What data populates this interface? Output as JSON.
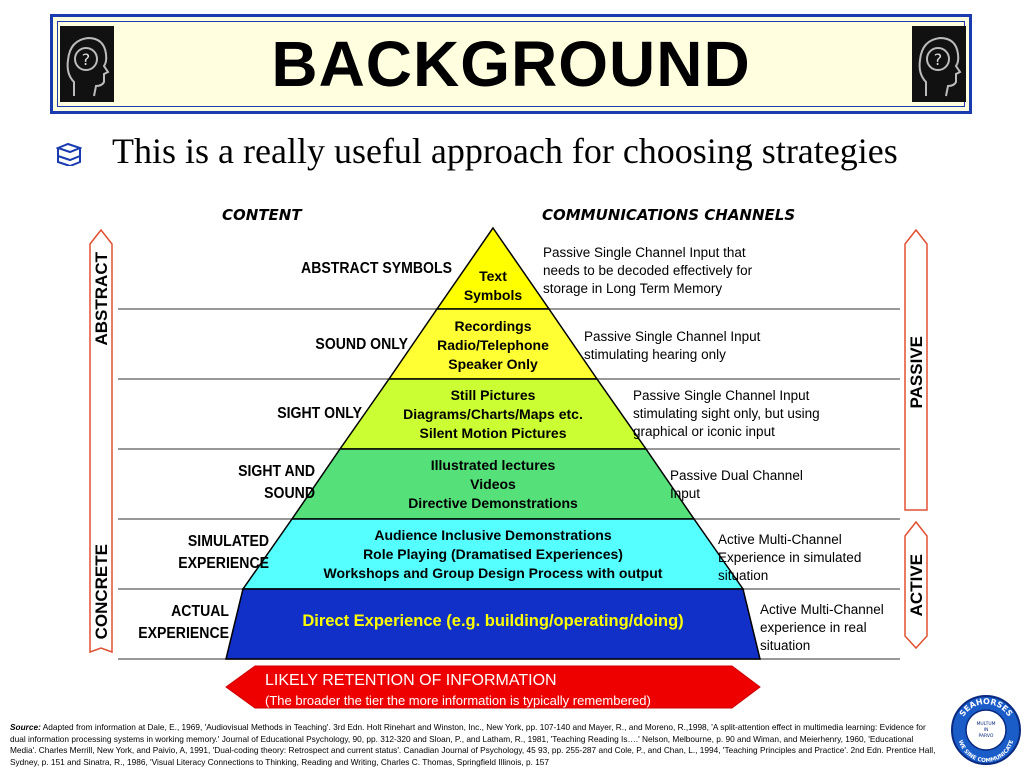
{
  "title": "BACKGROUND",
  "subtitle": "This is a really useful approach for choosing strategies",
  "headers": {
    "content": "CONTENT",
    "channels": "COMMUNICATIONS CHANNELS"
  },
  "side_labels": {
    "left_top": "ABSTRACT",
    "left_bottom": "CONCRETE",
    "right_top": "PASSIVE",
    "right_bottom": "ACTIVE"
  },
  "tiers": [
    {
      "content": "ABSTRACT SYMBOLS",
      "pyramid_lines": [
        "Text",
        "Symbols"
      ],
      "channel_lines": [
        "Passive Single Channel Input that",
        "needs to be decoded effectively for",
        "storage in Long Term Memory"
      ],
      "color": "#ffff00"
    },
    {
      "content": "SOUND ONLY",
      "pyramid_lines": [
        "Recordings",
        "Radio/Telephone",
        "Speaker Only"
      ],
      "channel_lines": [
        "Passive Single Channel Input",
        "stimulating hearing only"
      ],
      "color": "#ffff33"
    },
    {
      "content": "SIGHT ONLY",
      "pyramid_lines": [
        "Still Pictures",
        "Diagrams/Charts/Maps etc.",
        "Silent Motion Pictures"
      ],
      "channel_lines": [
        "Passive Single Channel Input",
        "stimulating sight only, but using",
        "graphical or iconic input"
      ],
      "color": "#ccff33"
    },
    {
      "content_lines": [
        "SIGHT AND",
        "SOUND"
      ],
      "pyramid_lines": [
        "Illustrated lectures",
        "Videos",
        "Directive Demonstrations"
      ],
      "channel_lines": [
        "Passive Dual Channel",
        "Input"
      ],
      "color": "#55e07a"
    },
    {
      "content_lines": [
        "SIMULATED",
        "EXPERIENCE"
      ],
      "pyramid_lines": [
        "Audience Inclusive Demonstrations",
        "Role Playing (Dramatised Experiences)",
        "Workshops and Group Design Process with output"
      ],
      "channel_lines": [
        "Active Multi-Channel",
        "Experience in simulated",
        "situation"
      ],
      "color": "#55ffff"
    },
    {
      "content_lines": [
        "ACTUAL",
        "EXPERIENCE"
      ],
      "pyramid_lines": [
        "Direct Experience (e.g. building/operating/doing)"
      ],
      "channel_lines": [
        "Active Multi-Channel",
        "experience in real",
        "situation"
      ],
      "color": "#1030c8"
    }
  ],
  "retention": {
    "title": "LIKELY RETENTION OF INFORMATION",
    "subtitle": "(The broader the tier the more information is typically remembered)"
  },
  "source": {
    "label": "Source:",
    "text": "Adapted from information at Dale, E., 1969, 'Audiovisual Methods in Teaching'. 3rd Edn. Holt Rinehart and Winston, Inc., New York, pp. 107-140 and Mayer, R., and Moreno, R.,1998, 'A split-attention effect in multimedia learning: Evidence for dual information processing systems in working memory.' Journal of Educational Psychology, 90, pp. 312-320 and Sloan, P., and Latham, R., 1981, 'Teaching Reading Is….' Nelson, Melbourne, p. 90 and Wiman, and Meierhenry, 1960, 'Educational Media'. Charles Merrill, New York, and Paivio, A, 1991, 'Dual-coding theory: Retrospect and current status'. Canadian Journal of Psychology, 45 93, pp. 255-287 and Cole, P., and Chan, L., 1994, 'Teaching Principles and Practice'. 2nd Edn. Prentice Hall, Sydney, p. 151 and Sinatra, R., 1986, 'Visual Literacy Connections to Thinking, Reading and Writing, Charles C. Thomas, Springfield Illinois, p. 157"
  },
  "seal": {
    "top": "SEAHORSES",
    "bottom": "WE SINE COMMUNICATE",
    "center_lines": [
      "MULTUM",
      "IN",
      "PARVO"
    ]
  }
}
